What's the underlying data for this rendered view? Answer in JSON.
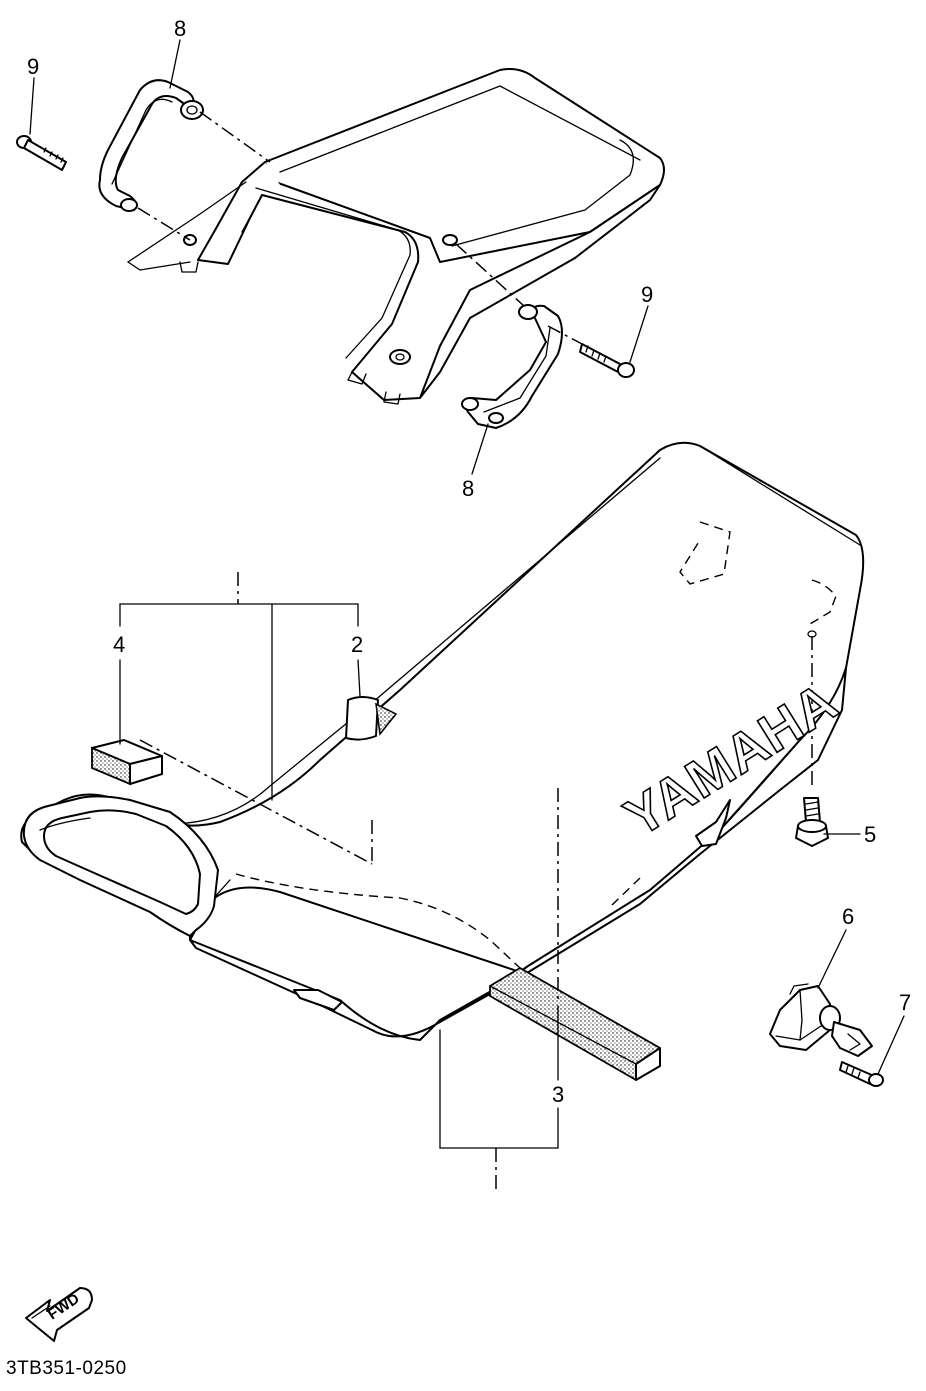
{
  "diagram": {
    "drawing_code": "3TB351-0250",
    "direction_label": "FWD",
    "seat_logo": "YAMAHA",
    "callouts": {
      "c9_top_left": "9",
      "c8_top": "8",
      "c9_right": "9",
      "c8_bottom": "8",
      "c4": "4",
      "c2": "2",
      "c5": "5",
      "c6": "6",
      "c7": "7",
      "c3": "3"
    }
  }
}
